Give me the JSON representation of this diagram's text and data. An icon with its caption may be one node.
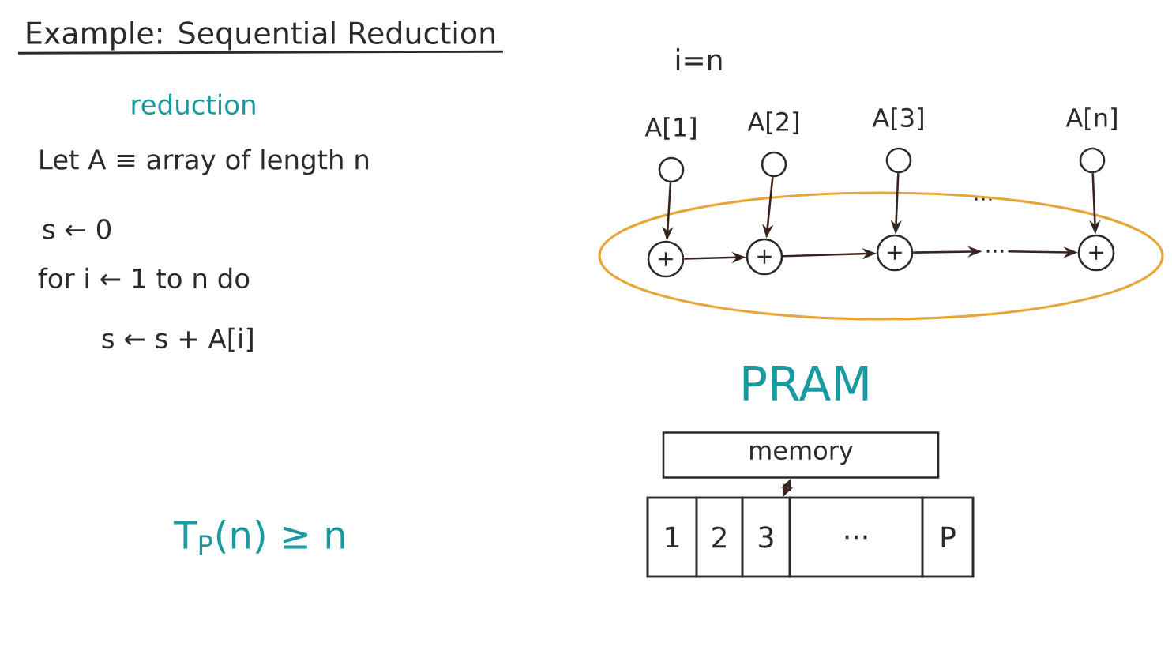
{
  "diagram": {
    "title": "Example: Sequential Reduction",
    "nodes": [
      {
        "text": [
          "A[1]"
        ]
      },
      {
        "text": [
          "A[2]"
        ]
      },
      {
        "text": [
          "A[3]"
        ]
      },
      {
        "text": [
          "A[n]"
        ]
      },
      {
        "text": [],
        "shape": "ellipse"
      },
      {
        "text": [
          "+"
        ],
        "in": 4
      },
      {
        "text": [
          "+"
        ],
        "in": 4
      },
      {
        "text": [
          "+"
        ],
        "in": 4
      },
      {
        "text": [
          "..."
        ],
        "in": 4
      },
      {
        "text": [
          "+"
        ],
        "in": 4
      },
      {
        "text": [
          "memory"
        ]
      },
      {
        "text": [],
        "shape": "box"
      },
      {
        "text": [
          "1"
        ],
        "in": 11
      },
      {
        "text": [
          "2"
        ],
        "in": 11
      },
      {
        "text": [
          "3"
        ],
        "in": 11
      },
      {
        "text": [
          "..."
        ],
        "in": 11
      },
      {
        "text": [
          "P"
        ],
        "in": 11
      }
    ],
    "edges": [
      {
        "from": 0,
        "to": 5,
        "arrow": "to"
      },
      {
        "from": 1,
        "to": 6,
        "arrow": "to"
      },
      {
        "from": 2,
        "to": 7,
        "arrow": "to"
      },
      {
        "from": 3,
        "to": 9,
        "arrow": "to"
      },
      {
        "from": 5,
        "to": 6,
        "arrow": "to"
      },
      {
        "from": 6,
        "to": 7,
        "arrow": "to"
      },
      {
        "from": 7,
        "to": 8,
        "arrow": "to"
      },
      {
        "from": 8,
        "to": 9,
        "arrow": "to"
      },
      {
        "from": 10,
        "to": 14,
        "arrow": "both"
      }
    ],
    "labels": [
      "reduction",
      "Let A ≡ array of length n",
      "s ← 0",
      "for i ← 1 to n do",
      "s ← s + A[i]",
      "T$_{P}$(n) ≥ n",
      "i=n",
      "PRAM",
      "..."
    ]
  }
}
